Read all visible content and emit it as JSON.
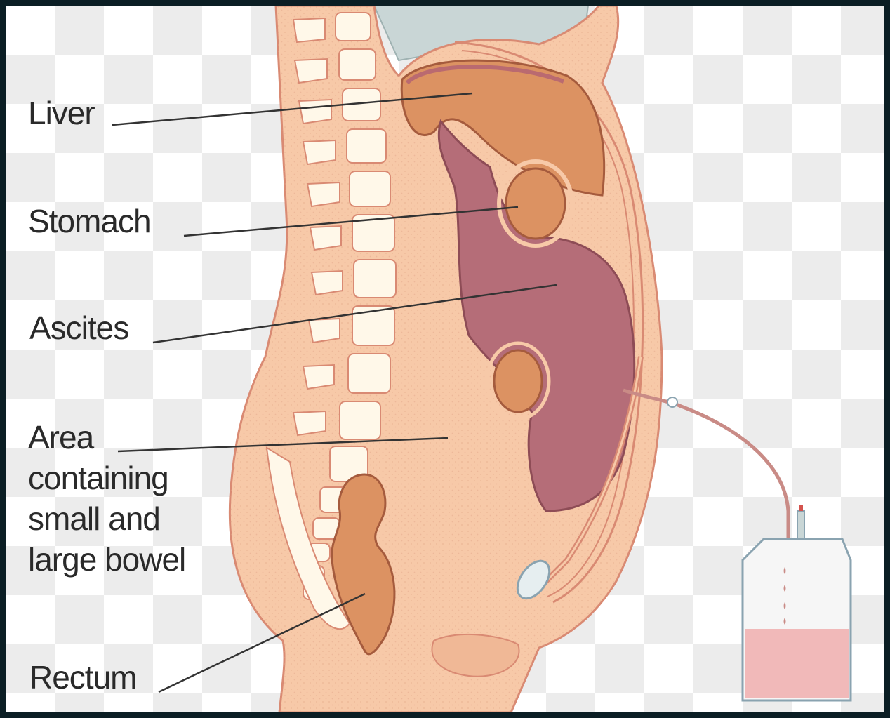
{
  "labels": {
    "liver": "Liver",
    "stomach": "Stomach",
    "ascites": "Ascites",
    "bowel": [
      "Area",
      "containing",
      "small and",
      "large bowel"
    ],
    "rectum": "Rectum"
  },
  "colors": {
    "skin": "#f7c9a8",
    "skin_outline": "#d98a73",
    "organ": "#dc9262",
    "ascites_fluid": "#b56d78",
    "bone": "#fff8e9",
    "bag_fluid": "#f1b9b9",
    "background_checker": "#ececec"
  }
}
